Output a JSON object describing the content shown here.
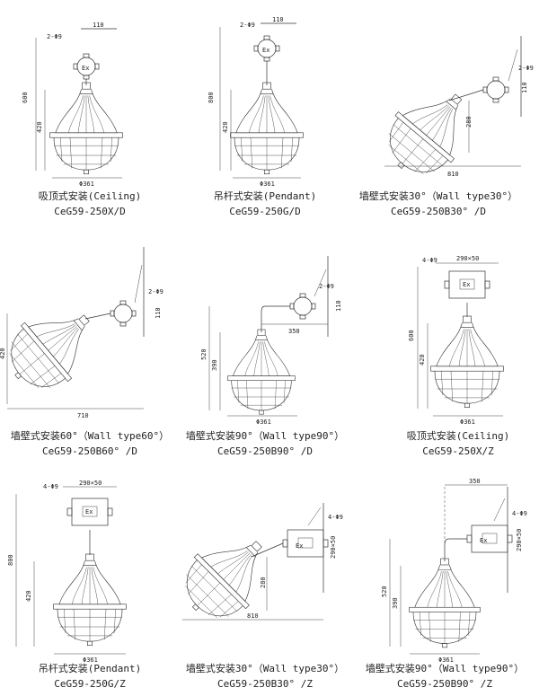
{
  "panels": [
    {
      "caption": "吸顶式安装(Ceiling)",
      "model": "CeG59-250X/D",
      "dims": {
        "holes": "2-Φ9",
        "w": "110",
        "h": "600",
        "h2": "420",
        "d": "Φ361"
      }
    },
    {
      "caption": "吊杆式安装(Pendant)",
      "model": "CeG59-250G/D",
      "dims": {
        "holes": "2-Φ9",
        "w": "110",
        "h": "800",
        "h2": "420",
        "d": "Φ361"
      }
    },
    {
      "caption": "墙壁式安装30°（Wall type30°）",
      "model": "CeG59-250B30° /D",
      "dims": {
        "holes": "2-Φ9",
        "w": "110",
        "h": "280",
        "len": "810"
      }
    },
    {
      "caption": "墙壁式安装60°（Wall type60°）",
      "model": "CeG59-250B60° /D",
      "dims": {
        "holes": "2-Φ9",
        "w": "110",
        "h": "420",
        "len": "710"
      }
    },
    {
      "caption": "墙壁式安装90°（Wall type90°）",
      "model": "CeG59-250B90° /D",
      "dims": {
        "holes": "2-Φ9",
        "w": "110",
        "arm": "350",
        "h": "520",
        "h2": "390",
        "d": "Φ361"
      }
    },
    {
      "caption": "吸顶式安装(Ceiling)",
      "model": "CeG59-250X/Z",
      "dims": {
        "holes": "4-Φ9",
        "box": "290×50",
        "h": "600",
        "h2": "420",
        "d": "Φ361"
      }
    },
    {
      "caption": "吊杆式安装(Pendant)",
      "model": "CeG59-250G/Z",
      "dims": {
        "holes": "4-Φ9",
        "box": "290×50",
        "h": "800",
        "h2": "420",
        "d": "Φ361"
      }
    },
    {
      "caption": "墙壁式安装30°（Wall type30°）",
      "model": "CeG59-250B30° /Z",
      "dims": {
        "holes": "4-Φ9",
        "box": "290×50",
        "h": "280",
        "len": "810"
      }
    },
    {
      "caption": "墙壁式安装90°（Wall type90°）",
      "model": "CeG59-250B90° /Z",
      "dims": {
        "holes": "4-Φ9",
        "box": "290×50",
        "arm": "350",
        "h": "520",
        "h2": "390",
        "d": "Φ361"
      }
    }
  ],
  "junction_label": "Ex"
}
